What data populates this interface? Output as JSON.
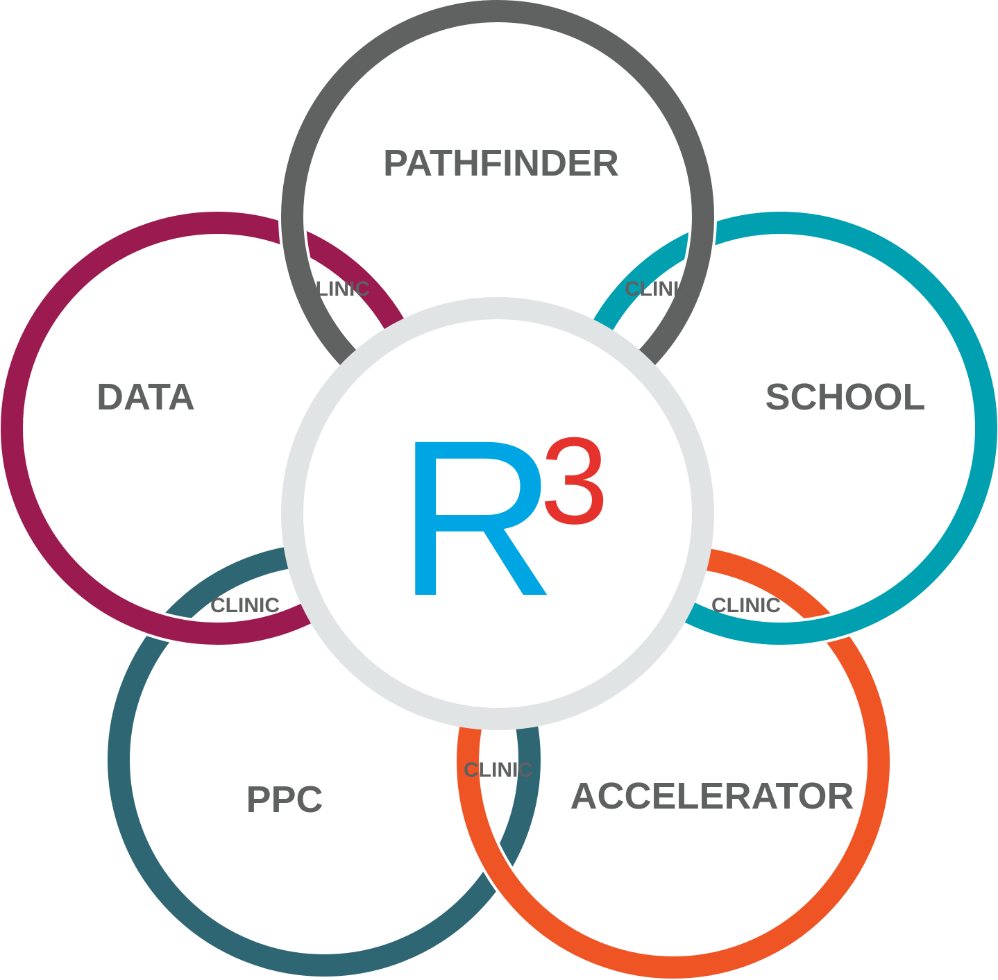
{
  "center": {
    "letter": "R",
    "superscript": "3",
    "ring_color": "#e1e4e5",
    "letter_color": "#00a6e3",
    "superscript_color": "#e5322d"
  },
  "petals": [
    {
      "id": "pathfinder",
      "label": "PATHFINDER",
      "color": "#606261"
    },
    {
      "id": "school",
      "label": "SCHOOL",
      "color": "#00a0b0"
    },
    {
      "id": "accelerator",
      "label": "ACCELERATOR",
      "color": "#ee5424"
    },
    {
      "id": "ppc",
      "label": "PPC",
      "color": "#2e6673"
    },
    {
      "id": "data",
      "label": "DATA",
      "color": "#9b1a50"
    }
  ],
  "clinics": [
    "CLINIC",
    "CLINIC",
    "CLINIC",
    "CLINIC",
    "CLINIC"
  ],
  "label_color": "#5f6060"
}
